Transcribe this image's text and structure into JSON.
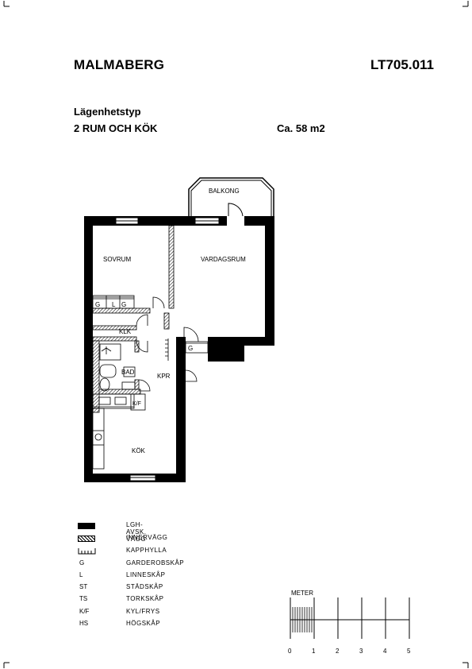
{
  "header": {
    "project": "MALMABERG",
    "code": "LT705.011",
    "type_label": "Lägenhetstyp",
    "type": "2 RUM OCH KÖK",
    "area": "Ca. 58 m2"
  },
  "rooms": {
    "balcony": "BALKONG",
    "bedroom": "SOVRUM",
    "living": "VARDAGSRUM",
    "closet": "KLK",
    "bath": "BAD",
    "hall": "KPR",
    "kitchen": "KÖK"
  },
  "fixtures": {
    "g1": "G",
    "l1": "L",
    "g2": "G",
    "g3": "G",
    "kf": "K/F"
  },
  "legend": [
    {
      "code": "",
      "symbol": "solid",
      "desc": "LGH-AVSK. VÄGG"
    },
    {
      "code": "",
      "symbol": "hatch",
      "desc": "INNERVÄGG"
    },
    {
      "code": "",
      "symbol": "shelf",
      "desc": "KAPPHYLLA"
    },
    {
      "code": "G",
      "symbol": "",
      "desc": "GARDEROBSKÅP"
    },
    {
      "code": "L",
      "symbol": "",
      "desc": "LINNESKÅP"
    },
    {
      "code": "ST",
      "symbol": "",
      "desc": "STÄDSKÅP"
    },
    {
      "code": "TS",
      "symbol": "",
      "desc": "TORKSKÅP"
    },
    {
      "code": "K/F",
      "symbol": "",
      "desc": "KYL/FRYS"
    },
    {
      "code": "HS",
      "symbol": "",
      "desc": "HÖGSKÅP"
    }
  ],
  "scale": {
    "title": "METER",
    "ticks": [
      "0",
      "1",
      "2",
      "3",
      "4",
      "5"
    ]
  }
}
